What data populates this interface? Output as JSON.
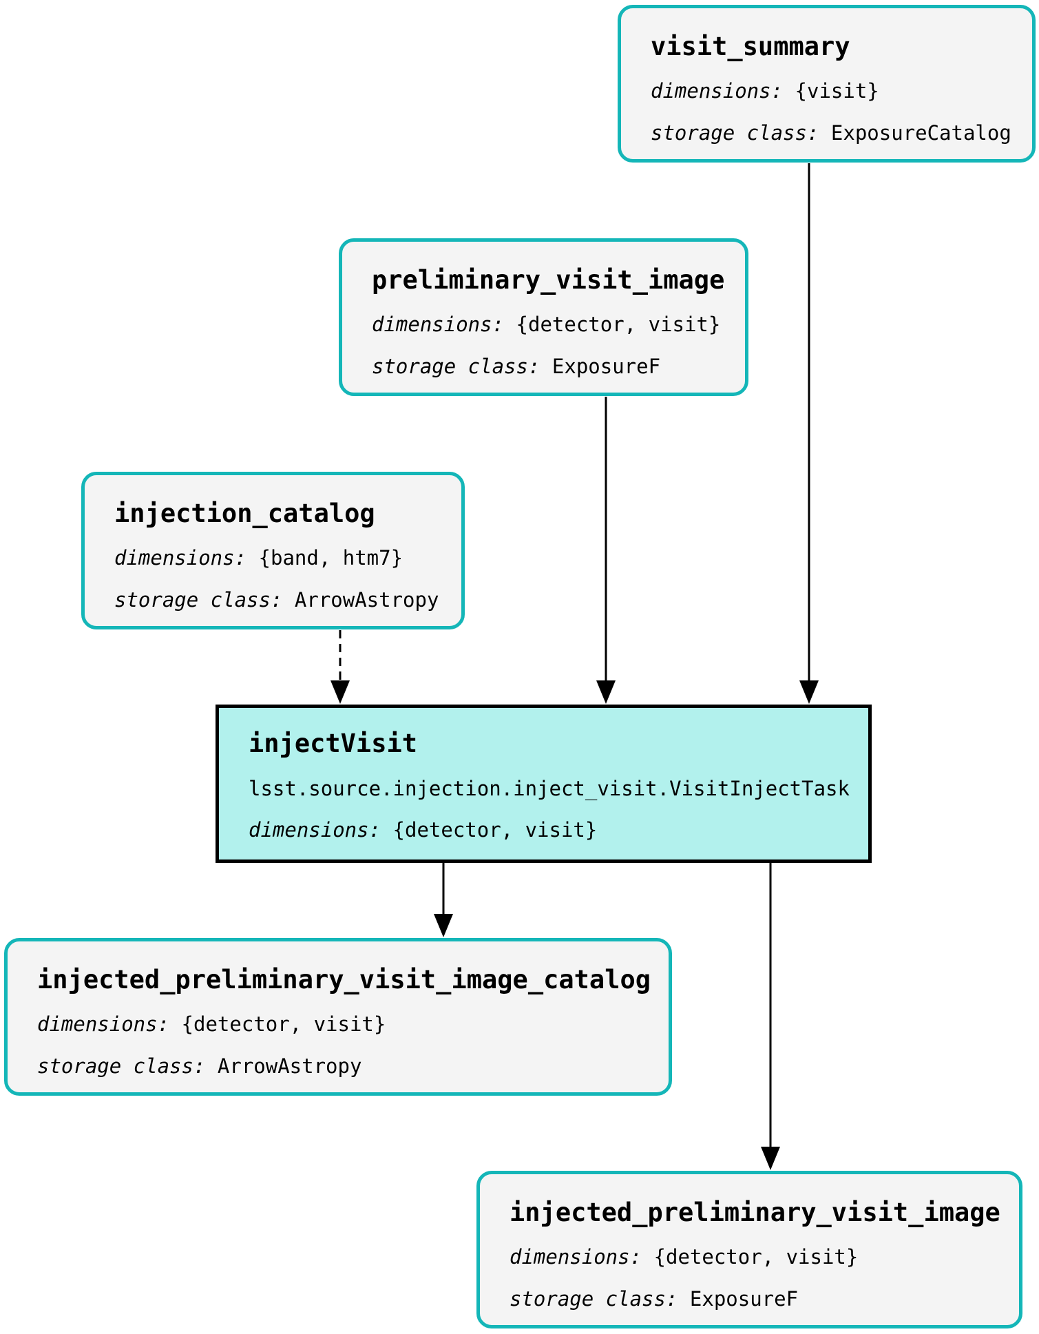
{
  "labels": {
    "dimensions": "dimensions:",
    "storage_class": "storage class:"
  },
  "colors": {
    "dataset_border": "#14b6b8",
    "dataset_fill": "#f4f4f4",
    "task_fill": "#b2f1ed",
    "task_border": "#000000",
    "edge": "#000000"
  },
  "nodes": {
    "visit_summary": {
      "name": "visit_summary",
      "dimensions": "{visit}",
      "storage_class": "ExposureCatalog"
    },
    "preliminary_visit_image": {
      "name": "preliminary_visit_image",
      "dimensions": "{detector, visit}",
      "storage_class": "ExposureF"
    },
    "injection_catalog": {
      "name": "injection_catalog",
      "dimensions": "{band, htm7}",
      "storage_class": "ArrowAstropy"
    },
    "injectVisit": {
      "name": "injectVisit",
      "class_path": "lsst.source.injection.inject_visit.VisitInjectTask",
      "dimensions": "{detector, visit}"
    },
    "injected_preliminary_visit_image_catalog": {
      "name": "injected_preliminary_visit_image_catalog",
      "dimensions": "{detector, visit}",
      "storage_class": "ArrowAstropy"
    },
    "injected_preliminary_visit_image": {
      "name": "injected_preliminary_visit_image",
      "dimensions": "{detector, visit}",
      "storage_class": "ExposureF"
    }
  },
  "edges": [
    {
      "from": "visit_summary",
      "to": "injectVisit",
      "style": "solid"
    },
    {
      "from": "preliminary_visit_image",
      "to": "injectVisit",
      "style": "solid"
    },
    {
      "from": "injection_catalog",
      "to": "injectVisit",
      "style": "dashed"
    },
    {
      "from": "injectVisit",
      "to": "injected_preliminary_visit_image_catalog",
      "style": "solid"
    },
    {
      "from": "injectVisit",
      "to": "injected_preliminary_visit_image",
      "style": "solid"
    }
  ]
}
